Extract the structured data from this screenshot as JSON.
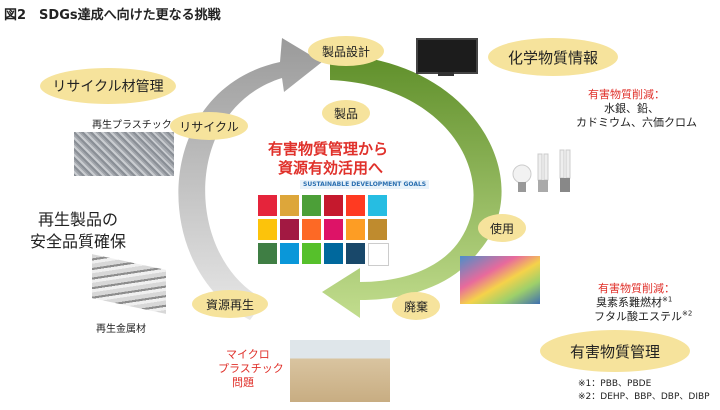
{
  "title": "図2　SDGs達成へ向けた更なる挑戦",
  "center": {
    "line1": "有害物質管理から",
    "line2": "資源有効活用へ",
    "sdg_logo": "SUSTAINABLE DEVELOPMENT GOALS"
  },
  "cycle_labels": {
    "design": "製品設計",
    "product": "製品",
    "use": "使用",
    "disposal": "廃棄",
    "regeneration": "資源再生",
    "recycle": "リサイクル"
  },
  "left": {
    "recycled_material_mgmt": "リサイクル材管理",
    "recycled_plastic": "再生プラスチック",
    "safety_line1": "再生製品の",
    "safety_line2": "安全品質確保",
    "recycled_metal": "再生金属材"
  },
  "right": {
    "chem_info": "化学物質情報",
    "reduce1_title": "有害物質削減：",
    "reduce1_line1": "水銀、鉛、",
    "reduce1_line2": "カドミウム、六価クロム",
    "reduce2_title": "有害物質削減：",
    "reduce2_line1": "臭素系難燃材",
    "reduce2_note1": "※1",
    "reduce2_line2": "フタル酸エステル",
    "reduce2_note2": "※2",
    "hazard_mgmt": "有害物質管理",
    "footnote1": "※1：PBB、PBDE",
    "footnote2": "※2：DEHP、BBP、DBP、DIBP"
  },
  "microplastic": {
    "line1": "マイクロ",
    "line2": "プラスチック",
    "line3": "問題"
  },
  "colors": {
    "ellipse": "#f6e39c",
    "green_arrow": "#7ea83a",
    "gray_arrow": "#b5b5b5",
    "red_text": "#e0312b"
  },
  "sdg_tiles": [
    "#e5243b",
    "#dda63a",
    "#4c9f38",
    "#c5192d",
    "#ff3a21",
    "#26bde2",
    "#fcc30b",
    "#a21942",
    "#fd6925",
    "#dd1367",
    "#fd9d24",
    "#bf8b2e",
    "#3f7e44",
    "#0a97d9",
    "#56c02b",
    "#00689d",
    "#19486a",
    "#ffffff"
  ]
}
